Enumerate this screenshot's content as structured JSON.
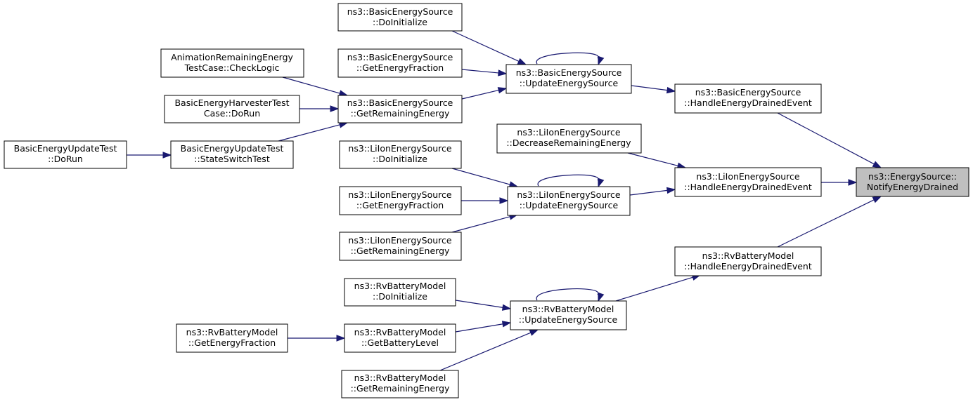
{
  "colors": {
    "edge": "#191970",
    "node_fill": "#ffffff",
    "highlight_fill": "#bfbfbf",
    "border": "#000000"
  },
  "nodes": {
    "notify": [
      "ns3::EnergySource::",
      "NotifyEnergyDrained"
    ],
    "basic_handle": [
      "ns3::BasicEnergySource",
      "::HandleEnergyDrainedEvent"
    ],
    "lion_handle": [
      "ns3::LiIonEnergySource",
      "::HandleEnergyDrainedEvent"
    ],
    "rv_handle": [
      "ns3::RvBatteryModel",
      "::HandleEnergyDrainedEvent"
    ],
    "basic_update": [
      "ns3::BasicEnergySource",
      "::UpdateEnergySource"
    ],
    "lion_decrease": [
      "ns3::LiIonEnergySource",
      "::DecreaseRemainingEnergy"
    ],
    "lion_update": [
      "ns3::LiIonEnergySource",
      "::UpdateEnergySource"
    ],
    "rv_update": [
      "ns3::RvBatteryModel",
      "::UpdateEnergySource"
    ],
    "basic_doinit": [
      "ns3::BasicEnergySource",
      "::DoInitialize"
    ],
    "basic_frac": [
      "ns3::BasicEnergySource",
      "::GetEnergyFraction"
    ],
    "basic_remaining": [
      "ns3::BasicEnergySource",
      "::GetRemainingEnergy"
    ],
    "anim_check": [
      "AnimationRemainingEnergy",
      "TestCase::CheckLogic"
    ],
    "harvester_run": [
      "BasicEnergyHarvesterTest",
      "Case::DoRun"
    ],
    "update_switch": [
      "BasicEnergyUpdateTest",
      "::StateSwitchTest"
    ],
    "update_run": [
      "BasicEnergyUpdateTest",
      "::DoRun"
    ],
    "lion_doinit": [
      "ns3::LiIonEnergySource",
      "::DoInitialize"
    ],
    "lion_frac": [
      "ns3::LiIonEnergySource",
      "::GetEnergyFraction"
    ],
    "lion_remaining": [
      "ns3::LiIonEnergySource",
      "::GetRemainingEnergy"
    ],
    "rv_doinit": [
      "ns3::RvBatteryModel",
      "::DoInitialize"
    ],
    "rv_level": [
      "ns3::RvBatteryModel",
      "::GetBatteryLevel"
    ],
    "rv_frac": [
      "ns3::RvBatteryModel",
      "::GetEnergyFraction"
    ],
    "rv_remaining": [
      "ns3::RvBatteryModel",
      "::GetRemainingEnergy"
    ]
  },
  "edges": [
    {
      "from": "basic_handle",
      "to": "notify"
    },
    {
      "from": "lion_handle",
      "to": "notify"
    },
    {
      "from": "rv_handle",
      "to": "notify"
    },
    {
      "from": "basic_update",
      "to": "basic_handle"
    },
    {
      "from": "basic_update",
      "to": "basic_update"
    },
    {
      "from": "basic_doinit",
      "to": "basic_update"
    },
    {
      "from": "basic_frac",
      "to": "basic_update"
    },
    {
      "from": "basic_remaining",
      "to": "basic_update"
    },
    {
      "from": "anim_check",
      "to": "basic_remaining"
    },
    {
      "from": "harvester_run",
      "to": "basic_remaining"
    },
    {
      "from": "update_switch",
      "to": "basic_remaining"
    },
    {
      "from": "update_run",
      "to": "update_switch"
    },
    {
      "from": "lion_decrease",
      "to": "lion_handle"
    },
    {
      "from": "lion_update",
      "to": "lion_handle"
    },
    {
      "from": "lion_update",
      "to": "lion_update"
    },
    {
      "from": "lion_doinit",
      "to": "lion_update"
    },
    {
      "from": "lion_frac",
      "to": "lion_update"
    },
    {
      "from": "lion_remaining",
      "to": "lion_update"
    },
    {
      "from": "rv_update",
      "to": "rv_handle"
    },
    {
      "from": "rv_update",
      "to": "rv_update"
    },
    {
      "from": "rv_doinit",
      "to": "rv_update"
    },
    {
      "from": "rv_level",
      "to": "rv_update"
    },
    {
      "from": "rv_remaining",
      "to": "rv_update"
    },
    {
      "from": "rv_frac",
      "to": "rv_level"
    }
  ]
}
